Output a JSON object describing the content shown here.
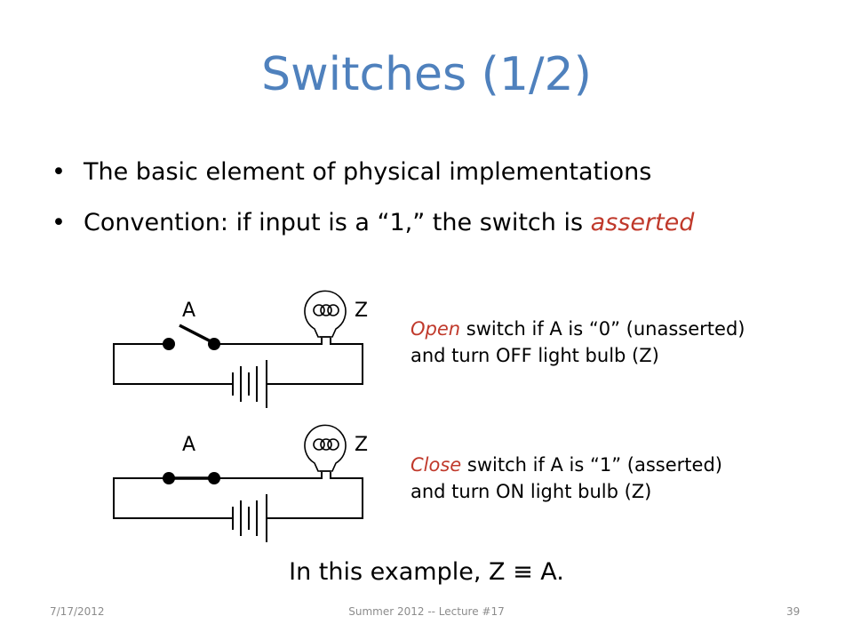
{
  "title": "Switches (1/2)",
  "bullets": [
    {
      "text": "The basic element of physical implementations"
    },
    {
      "text_before": "Convention:  if input is a “1,” the switch is ",
      "emphasis": "asserted"
    }
  ],
  "circuits": {
    "open": {
      "switch_label": "A",
      "bulb_label": "Z",
      "desc_emphasis": "Open",
      "desc_line1": " switch if A is “0” (unasserted)",
      "desc_line2": "and turn OFF light bulb (Z)"
    },
    "closed": {
      "switch_label": "A",
      "bulb_label": "Z",
      "desc_emphasis": "Close",
      "desc_line1": " switch if A is “1” (asserted)",
      "desc_line2": "and turn ON light bulb (Z)"
    }
  },
  "conclusion": "In this example, Z ≡ A.",
  "footer": {
    "date": "7/17/2012",
    "center": "Summer 2012 -- Lecture #17",
    "page": "39"
  },
  "colors": {
    "title": "#4f81bd",
    "emphasis": "#c0392b"
  }
}
